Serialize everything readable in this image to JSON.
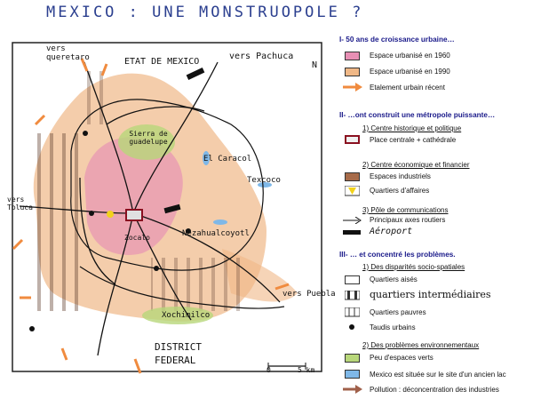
{
  "title": "MEXICO : UNE MONSTRUOPOLE ?",
  "map": {
    "labels": {
      "vers_queretaro": "vers queretaro",
      "etat_de_mexico": "ETAT DE MEXICO",
      "vers_pachuca": "vers Pachuca",
      "north": "N",
      "sierra": "Sierra de guadelupe",
      "el_caracol": "El Caracol",
      "texcoco": "Texcoco",
      "vers_toluca": "vers Toluca",
      "nezahualcoyotl": "Nezahualcoyotl",
      "vers_puebla": "vers Puebla",
      "xochimilco": "Xochimilco",
      "district_federal": "DISTRICT FEDERAL",
      "scale_zero": "0",
      "scale_km": "5 km",
      "zocalo": "Zocalo"
    }
  },
  "legend": {
    "section1": {
      "title": "I- 50 ans de croissance urbaine…",
      "items": [
        {
          "label": "Espace urbanisé en 1960",
          "color": "#e78fb4"
        },
        {
          "label": "Espace urbanisé en 1990",
          "color": "#f0b887"
        },
        {
          "label": "Etalement urbain récent",
          "color": "#f08b3f"
        }
      ]
    },
    "section2": {
      "title": "II- …ont construit une métropole puissante…",
      "sub1": "1) Centre historique et politique",
      "sub1_item": "Place centrale + cathédrale",
      "sub2": "2) Centre économique et financier",
      "sub2_items": [
        "Espaces industriels",
        "Quartiers d'affaires"
      ],
      "sub3": "3) Pôle de communications",
      "sub3_items": [
        "Principaux axes routiers",
        "Aéroport"
      ]
    },
    "section3": {
      "title": "III- … et concentré les problèmes.",
      "sub1": "1) Des disparités socio-spatiales",
      "sub1_items": [
        "Quartiers aisés",
        "quartiers intermédiaires",
        "Quartiers pauvres",
        "Taudis urbains"
      ],
      "sub2": "2) Des problèmes environnementaux",
      "sub2_items": [
        "Peu d'espaces verts",
        "Mexico est située sur le site d'un ancien lac",
        "Pollution : déconcentration des industries"
      ]
    }
  }
}
